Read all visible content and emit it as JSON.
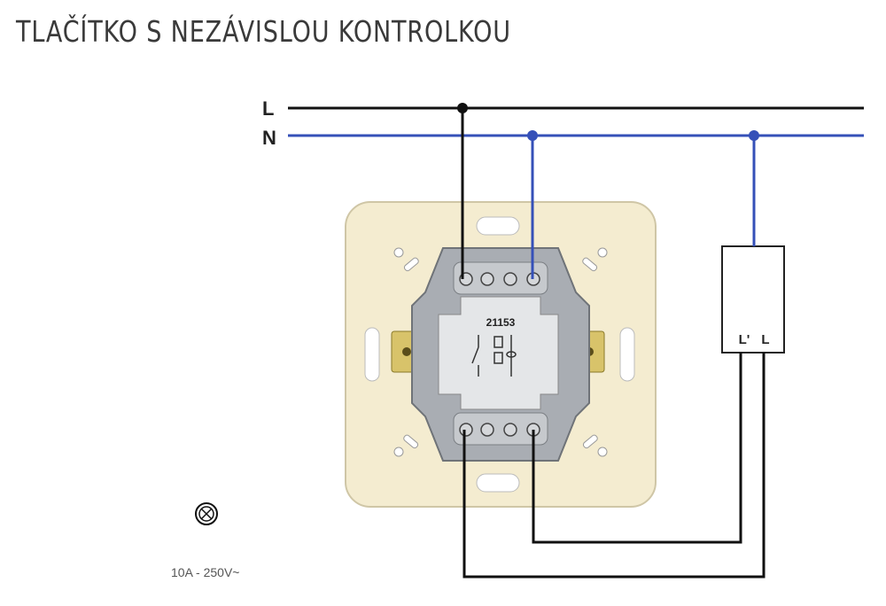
{
  "title": "TLAČÍTKO S NEZÁVISLOU KONTROLKOU",
  "lines": {
    "L": "L",
    "N": "N"
  },
  "device": {
    "model": "21153"
  },
  "indicator": {
    "terminal_1": "L'",
    "terminal_2": "L"
  },
  "lamp_symbol": "lamp-icon",
  "rating": "10A - 250V~",
  "colors": {
    "phase": "#111111",
    "neutral": "#3550b8",
    "plate": "#f4ecd0",
    "mechanism": "#b8bcc2"
  }
}
